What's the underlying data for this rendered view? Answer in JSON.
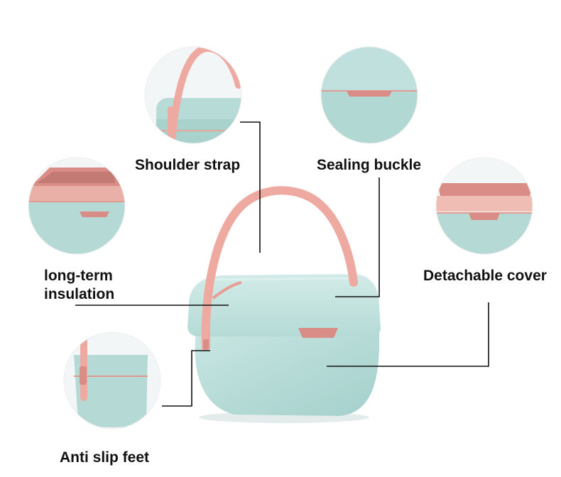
{
  "labels": {
    "shoulder_strap": "Shoulder strap",
    "sealing_buckle": "Sealing buckle",
    "long_term_line1": "long-term",
    "long_term_line2": "insulation",
    "detachable_cover": "Detachable cover",
    "anti_slip_feet": "Anti slip feet"
  },
  "colors": {
    "box_body": "#b9dcd8",
    "box_shadow": "#95c4bf",
    "lid": "#c4e3df",
    "strap": "#eeaaa0",
    "pink_inner": "#d98d86",
    "line": "#111111",
    "background": "#ffffff"
  },
  "icons": [
    "cooler-box-illustration",
    "shoulder-strap-detail",
    "sealing-buckle-detail",
    "insulation-detail",
    "detachable-cover-detail",
    "anti-slip-feet-detail"
  ]
}
